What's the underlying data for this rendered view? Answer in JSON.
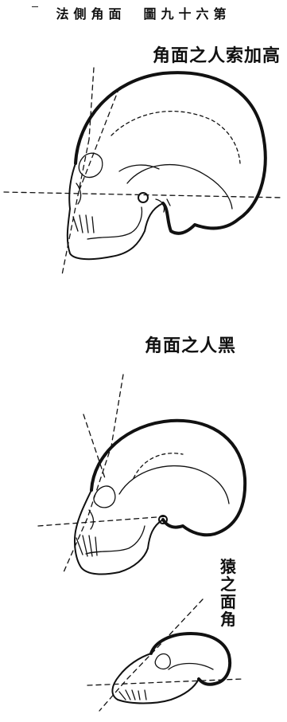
{
  "title": "法側角面　圖九十六第",
  "labels": {
    "caucasian": "角面之人索加高",
    "black": "角面之人黑",
    "ape": "猿之面角"
  }
}
